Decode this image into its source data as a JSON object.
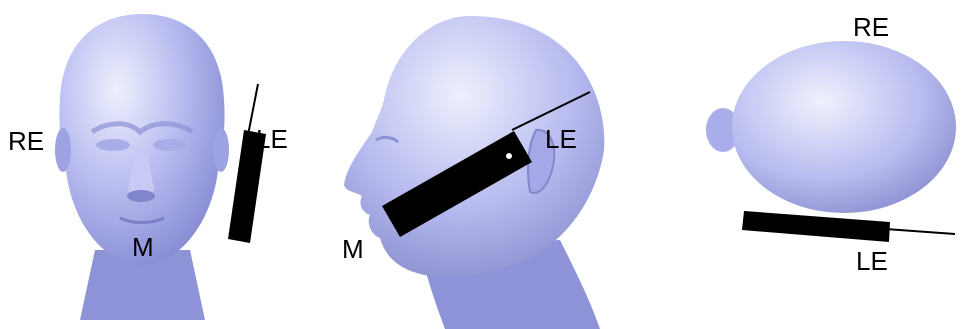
{
  "views": [
    {
      "name": "front",
      "labels": {
        "right_ear": "RE",
        "left_ear": "LE",
        "mouth": "M"
      }
    },
    {
      "name": "side",
      "labels": {
        "left_ear": "LE",
        "mouth": "M"
      }
    },
    {
      "name": "top",
      "labels": {
        "right_ear": "RE",
        "left_ear": "LE"
      }
    }
  ],
  "colors": {
    "head_base": "#9ea3e6",
    "head_light": "#e3e5fb",
    "head_shadow": "#6f74b8",
    "phone": "#000000",
    "background": "#ffffff"
  }
}
